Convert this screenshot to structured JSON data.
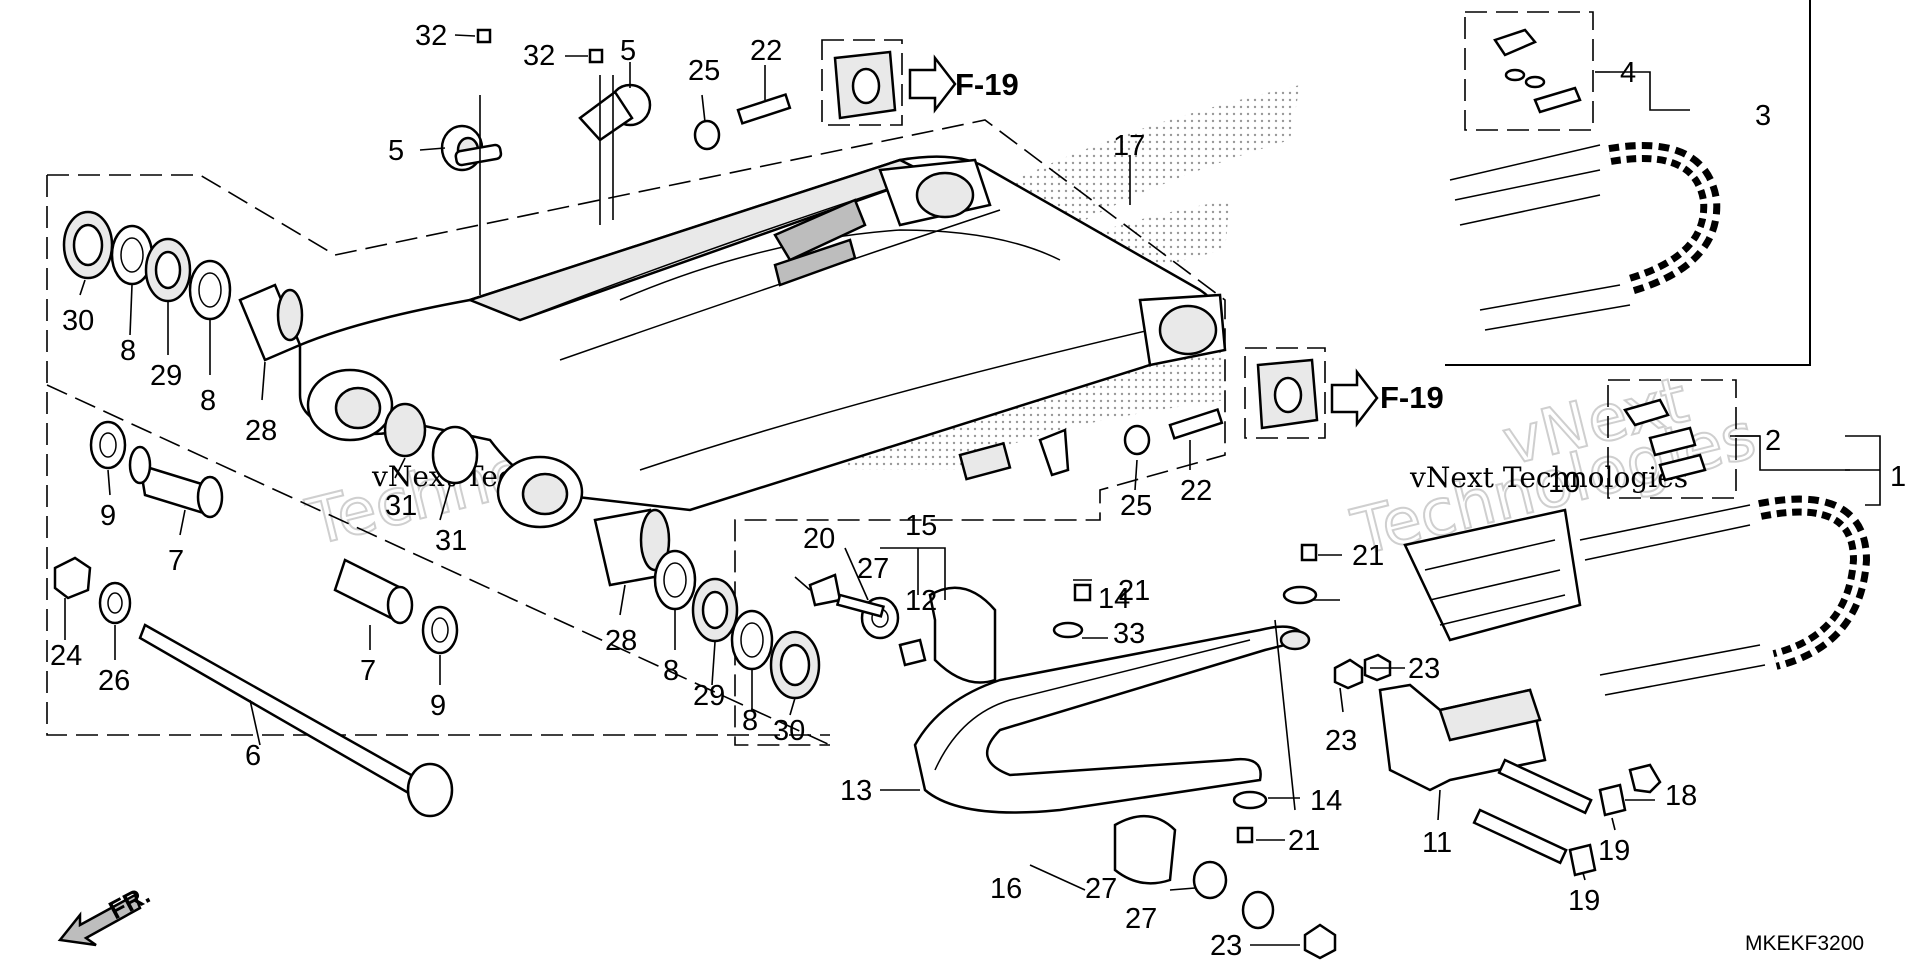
{
  "diagram": {
    "part_code": "MKEKF3200",
    "front_label": "FR.",
    "reference_label": "F-19",
    "watermark": {
      "line1": "vNext",
      "line2": "Technologies",
      "small": "vNext Technologies"
    },
    "callouts": {
      "c1": "1",
      "c2": "2",
      "c3": "3",
      "c4": "4",
      "c5a": "5",
      "c5b": "5",
      "c6": "6",
      "c7a": "7",
      "c7b": "7",
      "c8a": "8",
      "c8b": "8",
      "c8c": "8",
      "c8d": "8",
      "c9a": "9",
      "c9b": "9",
      "c10": "10",
      "c11": "11",
      "c12": "12",
      "c13": "13",
      "c14a": "14",
      "c14b": "14",
      "c15": "15",
      "c16": "16",
      "c17": "17",
      "c18": "18",
      "c19a": "19",
      "c19b": "19",
      "c20": "20",
      "c21a": "21",
      "c21b": "21",
      "c21c": "21",
      "c22a": "22",
      "c22b": "22",
      "c23a": "23",
      "c23b": "23",
      "c23c": "23",
      "c24": "24",
      "c25a": "25",
      "c25b": "25",
      "c26": "26",
      "c27a": "27",
      "c27b": "27",
      "c27c": "27",
      "c28a": "28",
      "c28b": "28",
      "c29a": "29",
      "c29b": "29",
      "c30a": "30",
      "c30b": "30",
      "c31a": "31",
      "c31b": "31",
      "c32a": "32",
      "c32b": "32",
      "c33": "33"
    }
  }
}
